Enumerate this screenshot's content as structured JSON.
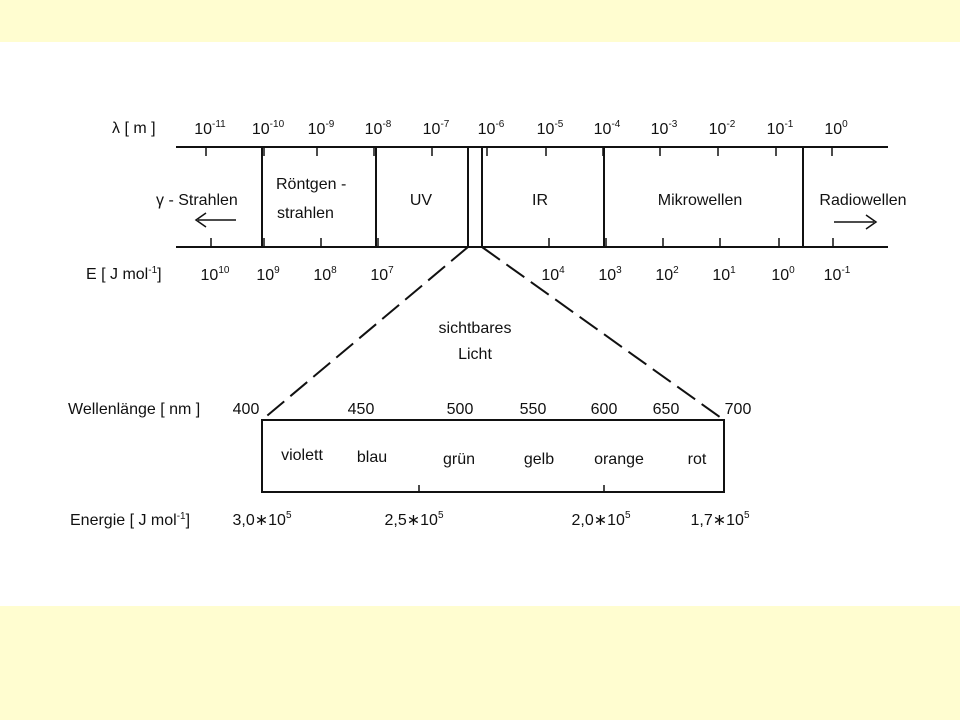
{
  "colors": {
    "band": "#fffdd0",
    "panel": "#ffffff",
    "ink": "#111111"
  },
  "wavelength_row": {
    "label_symbol": "λ",
    "label_unit": "[ m ]",
    "ticks": [
      {
        "base": "10",
        "exp": "-11"
      },
      {
        "base": "10",
        "exp": "-10"
      },
      {
        "base": "10",
        "exp": "-9"
      },
      {
        "base": "10",
        "exp": "-8"
      },
      {
        "base": "10",
        "exp": "-7"
      },
      {
        "base": "10",
        "exp": "-6"
      },
      {
        "base": "10",
        "exp": "-5"
      },
      {
        "base": "10",
        "exp": "-4"
      },
      {
        "base": "10",
        "exp": "-3"
      },
      {
        "base": "10",
        "exp": "-2"
      },
      {
        "base": "10",
        "exp": "-1"
      },
      {
        "base": "10",
        "exp": "0"
      }
    ]
  },
  "regions": {
    "gamma_symbol": "γ",
    "gamma": "- Strahlen",
    "xray_line1": "Röntgen -",
    "xray_line2": "strahlen",
    "uv": "UV",
    "ir": "IR",
    "micro": "Mikrowellen",
    "radio": "Radiowellen"
  },
  "energy_row": {
    "label": "E  [ J mol",
    "label_exp": "-1",
    "label_end": "]",
    "ticks": [
      {
        "base": "10",
        "exp": "10"
      },
      {
        "base": "10",
        "exp": "9"
      },
      {
        "base": "10",
        "exp": "8"
      },
      {
        "base": "10",
        "exp": "7"
      },
      {
        "base": "10",
        "exp": "4"
      },
      {
        "base": "10",
        "exp": "3"
      },
      {
        "base": "10",
        "exp": "2"
      },
      {
        "base": "10",
        "exp": "1"
      },
      {
        "base": "10",
        "exp": "0"
      },
      {
        "base": "10",
        "exp": "-1"
      }
    ]
  },
  "visible_label_line1": "sichtbares",
  "visible_label_line2": "Licht",
  "visible_nm_row": {
    "label": "Wellenlänge [ nm ]",
    "ticks": [
      "400",
      "450",
      "500",
      "550",
      "600",
      "650",
      "700"
    ]
  },
  "colors_row": [
    "violett",
    "blau",
    "grün",
    "gelb",
    "orange",
    "rot"
  ],
  "visible_energy_row": {
    "label": "Energie [ J mol",
    "label_exp": "-1",
    "label_end": "]",
    "values": [
      {
        "mant": "3,0",
        "sep": "∗",
        "base": "10",
        "exp": "5"
      },
      {
        "mant": "2,5",
        "sep": "∗",
        "base": "10",
        "exp": "5"
      },
      {
        "mant": "2,0",
        "sep": "∗",
        "base": "10",
        "exp": "5"
      },
      {
        "mant": "1,7",
        "sep": "∗",
        "base": "10",
        "exp": "5"
      }
    ]
  }
}
